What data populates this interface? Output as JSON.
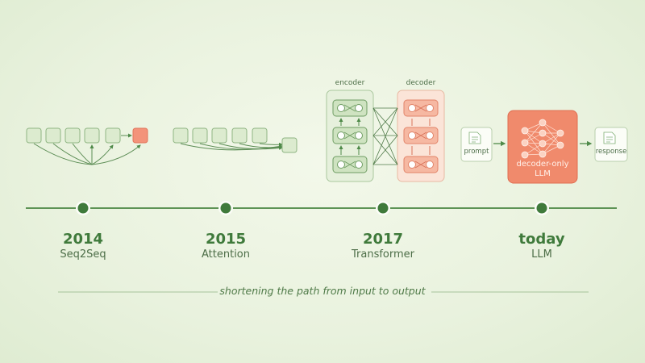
{
  "timeline": [
    {
      "year": "2014",
      "label": "Seq2Seq"
    },
    {
      "year": "2015",
      "label": "Attention"
    },
    {
      "year": "2017",
      "label": "Transformer"
    },
    {
      "year": "today",
      "label": "LLM"
    }
  ],
  "caption": "shortening the path from input to output",
  "transformer": {
    "encoder_label": "encoder",
    "decoder_label": "decoder"
  },
  "llm": {
    "prompt_label": "prompt",
    "model_label_line1": "decoder-only",
    "model_label_line2": "LLM",
    "response_label": "response"
  },
  "colors": {
    "green_dark": "#3f7a3b",
    "green_light": "#dcebcf",
    "coral": "#f08a6c",
    "coral_light": "#fbd9cb",
    "background": "#ecf4e3"
  }
}
